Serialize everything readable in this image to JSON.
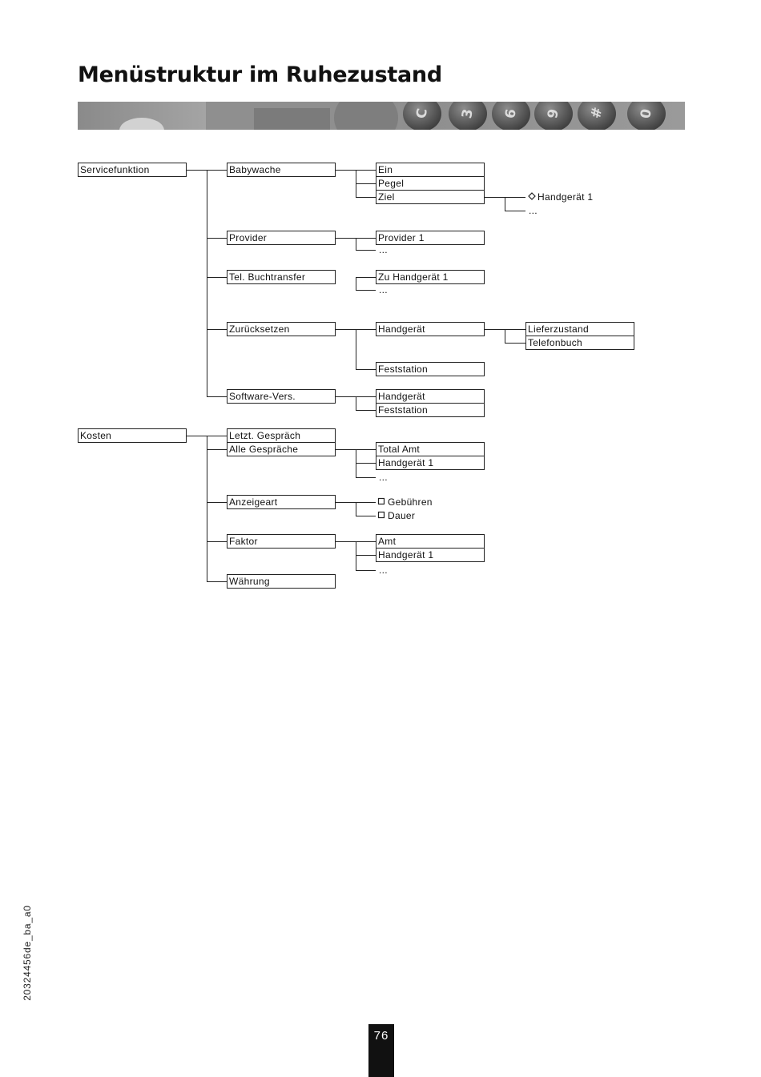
{
  "page": {
    "title": "Menüstruktur im Ruhezustand",
    "doc_id": "20324456de_ba_a0",
    "page_number": "76"
  },
  "banner": {
    "keys": [
      "C",
      "3",
      "6",
      "9",
      "#",
      "0"
    ]
  },
  "tree": {
    "roots": [
      {
        "label": "Servicefunktion",
        "children": [
          {
            "label": "Babywache",
            "children": [
              {
                "label": "Ein"
              },
              {
                "label": "Pegel"
              },
              {
                "label": "Ziel",
                "children": [
                  {
                    "label": "Handgerät 1",
                    "marker": "diamond-icon"
                  },
                  {
                    "label": "..."
                  }
                ]
              }
            ]
          },
          {
            "label": "Provider",
            "children": [
              {
                "label": "Provider 1"
              },
              {
                "label": "..."
              }
            ]
          },
          {
            "label": "Tel. Buchtransfer",
            "children": [
              {
                "label": "Zu Handgerät 1"
              },
              {
                "label": "..."
              }
            ]
          },
          {
            "label": "Zurücksetzen",
            "children": [
              {
                "label": "Handgerät",
                "children": [
                  {
                    "label": "Lieferzustand"
                  },
                  {
                    "label": "Telefonbuch"
                  }
                ]
              },
              {
                "label": "Feststation"
              }
            ]
          },
          {
            "label": "Software-Vers.",
            "children": [
              {
                "label": "Handgerät"
              },
              {
                "label": "Feststation"
              }
            ]
          }
        ]
      },
      {
        "label": "Kosten",
        "children": [
          {
            "label": "Letzt. Gespräch"
          },
          {
            "label": "Alle Gespräche",
            "children": [
              {
                "label": "Total Amt"
              },
              {
                "label": "Handgerät 1"
              },
              {
                "label": "..."
              }
            ]
          },
          {
            "label": "Anzeigeart",
            "children": [
              {
                "label": "Gebühren",
                "marker": "checkbox-icon"
              },
              {
                "label": "Dauer",
                "marker": "checkbox-icon"
              }
            ]
          },
          {
            "label": "Faktor",
            "children": [
              {
                "label": "Amt"
              },
              {
                "label": "Handgerät 1"
              },
              {
                "label": "..."
              }
            ]
          },
          {
            "label": "Währung"
          }
        ]
      }
    ]
  }
}
